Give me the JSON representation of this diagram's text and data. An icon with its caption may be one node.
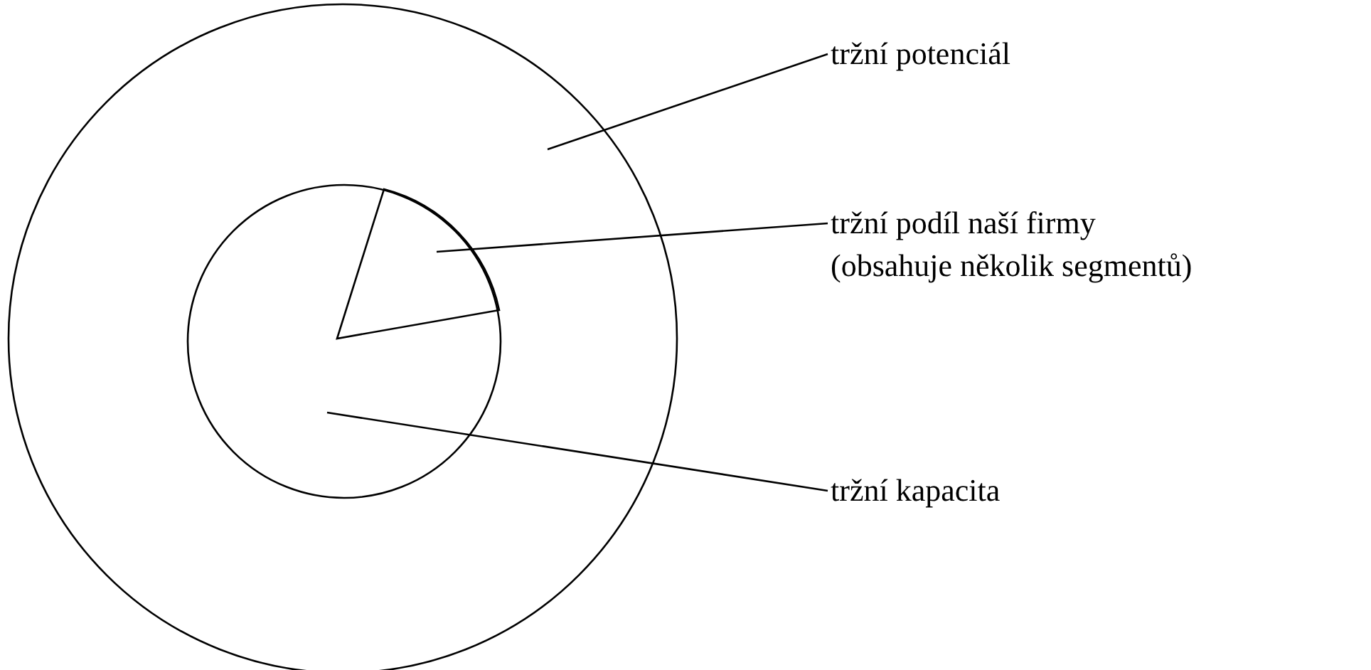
{
  "diagram": {
    "nodes": [
      {
        "text": [],
        "shape": "circle"
      },
      {
        "text": [],
        "shape": "circle",
        "in": 0
      },
      {
        "text": [],
        "shape": "sector",
        "in": 1
      },
      {
        "text": [
          "tržní potenciál"
        ]
      },
      {
        "text": [
          "tržní podíl naší firmy (obsahuje několik segmentů)"
        ]
      },
      {
        "text": [
          "tržní kapacita"
        ]
      }
    ],
    "edges": [
      {
        "from": 3,
        "to": 0,
        "arrow": "none"
      },
      {
        "from": 4,
        "to": 2,
        "arrow": "none"
      },
      {
        "from": 5,
        "to": 1,
        "arrow": "none"
      }
    ]
  }
}
